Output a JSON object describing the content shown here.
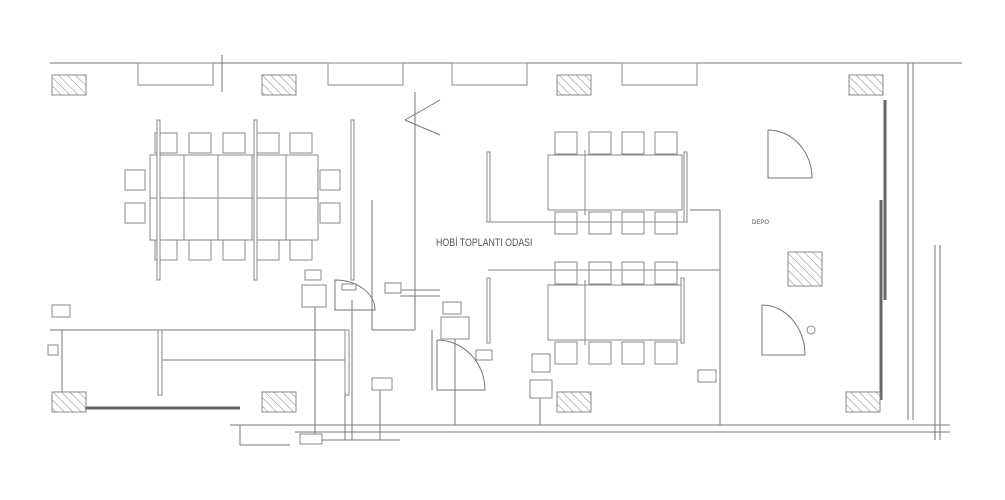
{
  "plan": {
    "room_label": "HOBİ TOPLANTI ODASI",
    "storage_label": "DEPO",
    "line_color": "#777777",
    "column_hatch": "hatched"
  }
}
